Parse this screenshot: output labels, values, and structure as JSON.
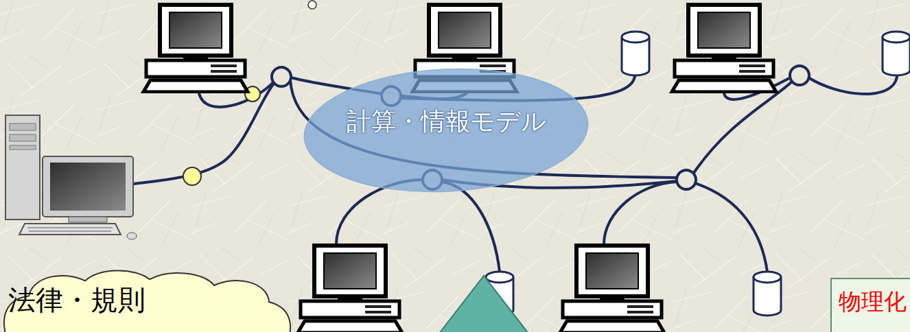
{
  "diagram": {
    "nodes": [
      {
        "text": [
          "計算・情報モデル"
        ]
      },
      {
        "text": [
          "法律・規則"
        ]
      },
      {
        "text": [
          "物理化"
        ]
      }
    ]
  }
}
